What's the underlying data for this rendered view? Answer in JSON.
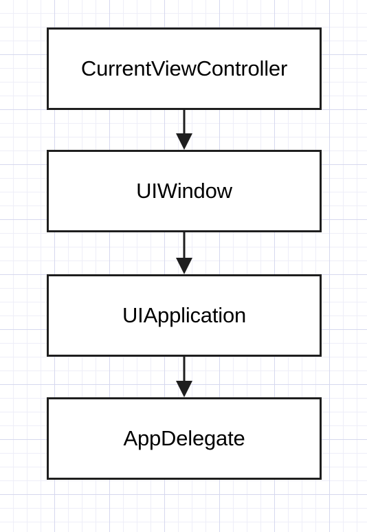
{
  "diagram": {
    "direction": "top-to-bottom",
    "nodes": [
      {
        "label": "CurrentViewController"
      },
      {
        "label": "UIWindow"
      },
      {
        "label": "UIApplication"
      },
      {
        "label": "AppDelegate"
      }
    ],
    "edges": [
      {
        "from": 0,
        "to": 1
      },
      {
        "from": 1,
        "to": 2
      },
      {
        "from": 2,
        "to": 3
      }
    ],
    "colors": {
      "stroke": "#1e1e1e",
      "node_fill": "#ffffff",
      "text": "#000000",
      "grid": "#d6d8ee"
    }
  }
}
